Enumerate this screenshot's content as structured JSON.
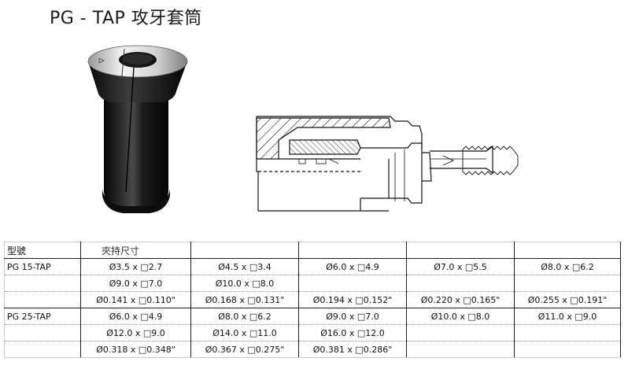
{
  "page": {
    "title": "PG - TAP 攻牙套筒"
  },
  "table": {
    "headers": [
      "型號",
      "夾持尺寸"
    ],
    "groups": [
      {
        "model": "PG 15-TAP",
        "rows": [
          [
            "Ø3.5 x □2.7",
            "Ø4.5 x □3.4",
            "Ø6.0 x □4.9",
            "Ø7.0 x □5.5",
            "Ø8.0 x □6.2"
          ],
          [
            "Ø9.0 x □7.0",
            "Ø10.0 x □8.0",
            "",
            "",
            ""
          ],
          [
            "Ø0.141 x □0.110\"",
            "Ø0.168 x □0.131\"",
            "Ø0.194 x □0.152\"",
            "Ø0.220 x □0.165\"",
            "Ø0.255 x □0.191\""
          ]
        ]
      },
      {
        "model": "PG 25-TAP",
        "rows": [
          [
            "Ø6.0 x □4.9",
            "Ø8.0 x □6.2",
            "Ø9.0 x □7.0",
            "Ø10.0 x □8.0",
            "Ø11.0 x □9.0"
          ],
          [
            "Ø12.0 x □9.0",
            "Ø14.0 x □11.0",
            "Ø16.0 x □12.0",
            "",
            ""
          ],
          [
            "Ø0.318 x □0.348\"",
            "Ø0.367 x □0.275\"",
            "Ø0.381 x □0.286\"",
            "",
            ""
          ]
        ]
      }
    ]
  }
}
